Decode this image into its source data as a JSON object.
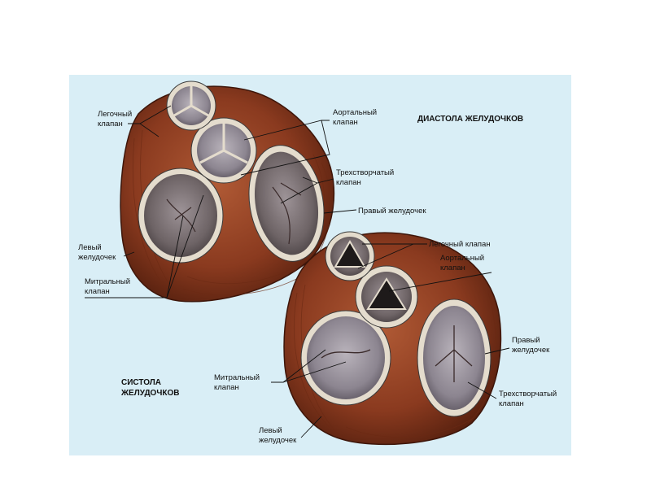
{
  "titles": {
    "diastole": "ДИАСТОЛА ЖЕЛУДОЧКОВ",
    "systole_line1": "СИСТОЛА",
    "systole_line2": "ЖЕЛУДОЧКОВ"
  },
  "diastole_labels": {
    "pulmonary_1": "Легочный",
    "pulmonary_2": "клапан",
    "aortic_1": "Аортальный",
    "aortic_2": "клапан",
    "tricuspid_1": "Трехстворчатый",
    "tricuspid_2": "клапан",
    "right_ventricle": "Правый желудочек",
    "left_ventricle_1": "Левый",
    "left_ventricle_2": "желудочек",
    "mitral_1": "Митральный",
    "mitral_2": "клапан"
  },
  "systole_labels": {
    "pulmonary": "Легочный клапан",
    "aortic_1": "Аортальный",
    "aortic_2": "клапан",
    "right_ventricle_1": "Правый",
    "right_ventricle_2": "желудочек",
    "mitral_1": "Митральный",
    "mitral_2": "клапан",
    "tricuspid_1": "Трехстворчатый",
    "tricuspid_2": "клапан",
    "left_ventricle_1": "Левый",
    "left_ventricle_2": "желудочек"
  },
  "colors": {
    "background": "#d9eef6",
    "muscle": "#8a3a1f",
    "muscle_dark": "#5e2410",
    "valve_ring": "#e4dccd",
    "valve_inner": "#6e6466"
  }
}
